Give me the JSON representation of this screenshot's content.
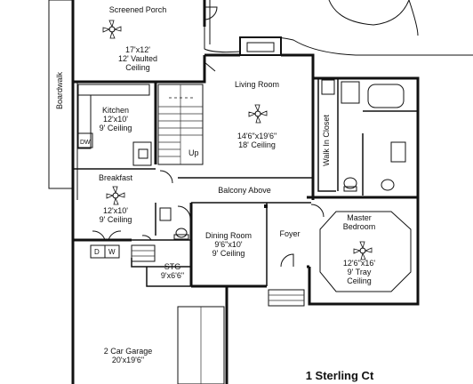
{
  "rooms": {
    "screened_porch": {
      "name": "Screened Porch",
      "size": "17'x12'",
      "note1": "12' Vaulted",
      "note2": "Ceiling"
    },
    "living_room": {
      "name": "Living Room",
      "size": "14'6\"x19'6\"",
      "note": "18' Ceiling"
    },
    "kitchen": {
      "name": "Kitchen",
      "size": "12'x10'",
      "note": "9' Ceiling"
    },
    "breakfast": {
      "name": "Breakfast",
      "size": "12'x10'",
      "note": "9' Ceiling"
    },
    "dining_room": {
      "name": "Dining Room",
      "size": "9'6\"x10'",
      "note": "9' Ceiling"
    },
    "foyer": {
      "name": "Foyer"
    },
    "master_bedroom": {
      "name1": "Master",
      "name2": "Bedroom",
      "size": "12'6\"x16'",
      "note1": "9' Tray",
      "note2": "Ceiling"
    },
    "walk_in_closet": {
      "name": "Walk In Closet"
    },
    "stg": {
      "name": "STG",
      "size": "9'x6'6\""
    },
    "garage": {
      "name": "2 Car Garage",
      "size": "20'x19'6\""
    },
    "balcony": {
      "name": "Balcony Above"
    },
    "boardwalk": {
      "name": "Boardwalk"
    }
  },
  "fixtures": {
    "stairs_label": "Up",
    "dishwasher": "DW",
    "washer": "D",
    "dryer": "W"
  },
  "address": "1 Sterling Ct"
}
